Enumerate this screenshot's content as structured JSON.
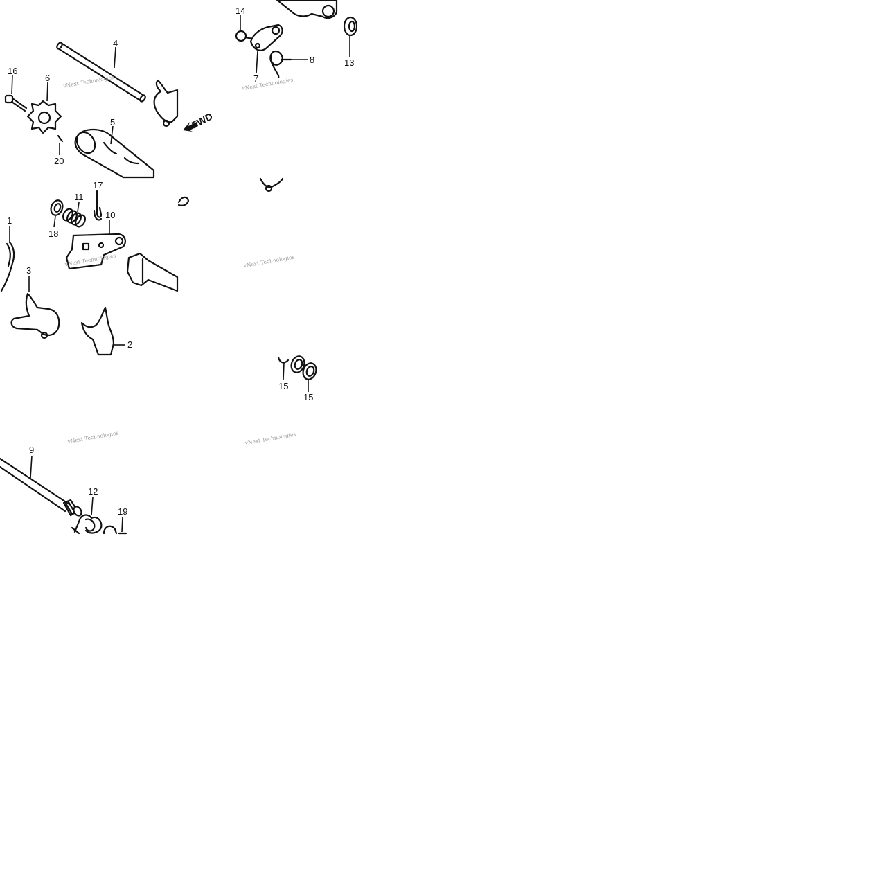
{
  "diagram": {
    "callouts": {
      "c1": "1",
      "c2": "2",
      "c3": "3",
      "c4": "4",
      "c5": "5",
      "c6": "6",
      "c7": "7",
      "c8": "8",
      "c9": "9",
      "c10": "10",
      "c11": "11",
      "c12": "12",
      "c13": "13",
      "c14": "14",
      "c15a": "15",
      "c15b": "15",
      "c16": "16",
      "c17": "17",
      "c18": "18",
      "c19": "19",
      "c20": "20"
    },
    "direction_label": "FWD",
    "watermark": "vNext Technologies",
    "colors": {
      "ink": "#111111",
      "watermark": "#9a9a9a",
      "background": "#ffffff"
    }
  }
}
